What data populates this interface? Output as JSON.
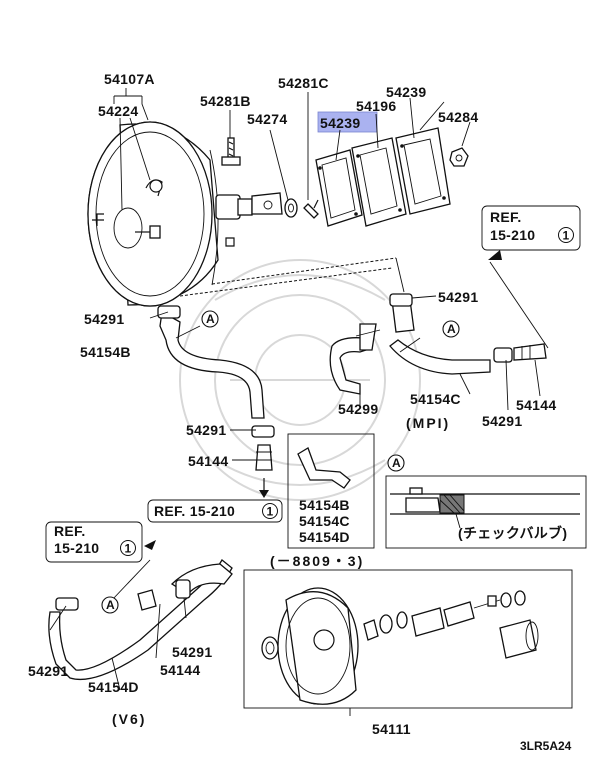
{
  "colors": {
    "highlight": "#aab2f0",
    "ink": "#111111",
    "paper": "#ffffff"
  },
  "labels": {
    "p54107a": "54107A",
    "p54224": "54224",
    "p54281b": "54281B",
    "p54274": "54274",
    "p54281c": "54281C",
    "p54239_top": "54239",
    "p54196": "54196",
    "p54239_hl": "54239",
    "p54284": "54284",
    "p54291_left": "54291",
    "p54154b_main": "54154B",
    "p54291_right": "54291",
    "p54299": "54299",
    "p54154c": "54154C",
    "p54144_right": "54144",
    "p54291_right2": "54291",
    "mpi": "(MPI)",
    "p54291_mid": "54291",
    "p54144_mid": "54144",
    "inset_b": "54154B",
    "inset_c": "54154C",
    "inset_d": "54154D",
    "date_range": "(－8809・3)",
    "detail_a_marker": "A",
    "check_valve": "(チェックバルブ)",
    "p54291_v6_left": "54291",
    "p54291_v6_right": "54291",
    "p54144_v6": "54144",
    "p54154d": "54154D",
    "v6": "(V6)",
    "p54111": "54111",
    "figure_code": "3LR5A24"
  },
  "callouts": {
    "a1": "A",
    "a2": "A",
    "a3": "A"
  },
  "refs": {
    "ref_top_right_line1": "REF.",
    "ref_top_right_line2": "15-210",
    "ref_top_right_circle": "1",
    "ref_center": "REF. 15-210",
    "ref_center_circle": "1",
    "ref_left_line1": "REF.",
    "ref_left_line2": "15-210",
    "ref_left_circle": "1"
  }
}
